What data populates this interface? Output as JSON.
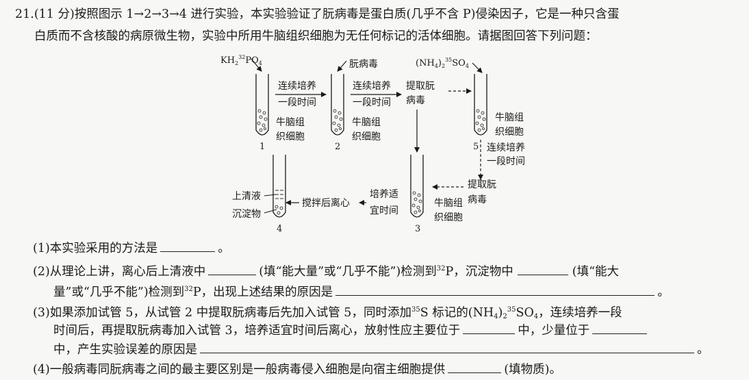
{
  "question": {
    "number": "21.",
    "score": "(11 分)",
    "intro_1": "按照图示 1→2→3→4 进行实验，本实验验证了朊病毒是蛋白质(几乎不含 P)侵染因子，它是一种只含蛋",
    "intro_2": "白质而不含核酸的病原微生物，实验中所用牛脑组织细胞为无任何标记的活体细胞。请据图回答下列问题："
  },
  "diagram": {
    "reagent_1_main": "KH",
    "reagent_1_sub": "2",
    "reagent_1_sup": "32",
    "reagent_1_tail": "PO",
    "reagent_1_sub2": "4",
    "reagent_2": "朊病毒",
    "reagent_3_head": "(NH",
    "reagent_3_sub": "4",
    "reagent_3_close": ")",
    "reagent_3_sub2": "2",
    "reagent_3_sup": "35",
    "reagent_3_tail": "SO",
    "reagent_3_sub3": "4",
    "step_a_1": "连续培养",
    "step_a_2": "一段时间",
    "step_b_1": "连续培养",
    "step_b_2": "一段时间",
    "step_c_1": "提取朊",
    "step_c_2": "病毒",
    "step_d_1": "连续培养",
    "step_d_2": "一段时间",
    "step_e_1": "提取朊",
    "step_e_2": "病毒",
    "step_f_1": "培养适",
    "step_f_2": "宜时间",
    "step_g": "搅拌后离心",
    "cell_1": "牛脑组",
    "cell_2": "织细胞",
    "supernatant": "上清液",
    "sediment": "沉淀物",
    "tube_1": "1",
    "tube_2": "2",
    "tube_3": "3",
    "tube_4": "4",
    "tube_5": "5"
  },
  "q1": {
    "text": "(1)本实验采用的方法是",
    "end": "。"
  },
  "q2": {
    "a": "(2)从理论上讲，离心后上清液中",
    "b": "(填“能大量”或“几乎不能”)检测到",
    "sup": "32",
    "c": "P，沉淀物中",
    "d": "(填“能大",
    "e": "量”或“几乎不能”)检测到",
    "sup2": "32",
    "f": "P，出现上述结果的原因是",
    "end": "。"
  },
  "q3": {
    "a": "(3)如果添加试管 5，从试管 2 中提取朊病毒后先加入试管 5，同时添加",
    "sup": "35",
    "b": "S 标记的(NH",
    "sub": "4",
    "c": ")",
    "sub2": "2",
    "sup2": "35",
    "d": "SO",
    "sub3": "4",
    "e": "，连续培养一段",
    "f": "时间后，再提取朊病毒加入试管 3，培养适宜时间后离心，放射性应主要位于",
    "g": "中，少量位于",
    "h": "中，产生实验误差的原因是",
    "end": "。"
  },
  "q4": {
    "a": "(4)一般病毒同朊病毒之间的最主要区别是一般病毒侵入细胞是向宿主细胞提供",
    "b": "(填物质)。"
  }
}
